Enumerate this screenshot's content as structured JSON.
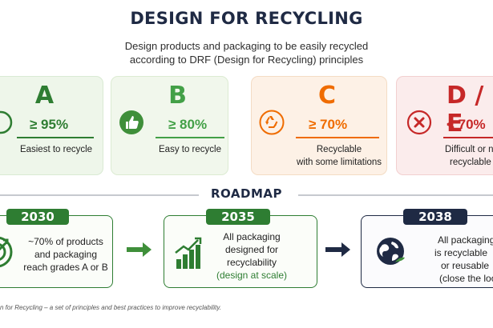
{
  "header": {
    "title": "DESIGN FOR RECYCLING",
    "subtitle_line1": "Design products and packaging to be easily recycled",
    "subtitle_line2": "according to DRF (Design for Recycling) principles"
  },
  "grades": [
    {
      "letter": "A",
      "threshold": "≥ 95%",
      "desc1": "Easiest to recycle",
      "desc2": "",
      "icon": "target-icon",
      "color": "#2e7d32"
    },
    {
      "letter": "B",
      "threshold": "≥ 80%",
      "desc1": "Easy to recycle",
      "desc2": "",
      "icon": "thumbs-up-icon",
      "color": "#43a047"
    },
    {
      "letter": "C",
      "threshold": "≥ 70%",
      "desc1": "Recyclable",
      "desc2": "with some limitations",
      "icon": "recycle-icon",
      "color": "#ef6c00"
    },
    {
      "letter": "D / E",
      "threshold": "< 70%",
      "desc1": "Difficult or n",
      "desc2": "recyclable",
      "icon": "x-circle-icon",
      "color": "#c62828"
    }
  ],
  "roadmap": {
    "title": "ROADMAP",
    "items": [
      {
        "year": "2030",
        "line1": "~70% of products",
        "line2": "and packaging",
        "line3": "reach grades A or B",
        "line4": "",
        "icon": "target-arrow-icon"
      },
      {
        "year": "2035",
        "line1": "All packaging",
        "line2": "designed for",
        "line3": "recyclability",
        "line4": "(design at scale)",
        "icon": "growth-chart-icon"
      },
      {
        "year": "2038",
        "line1": "All packaging",
        "line2": "is recyclable",
        "line3": "or reusable",
        "line4": "(close the loop",
        "icon": "globe-leaf-icon"
      }
    ]
  },
  "footnote": "n for Recycling – a set of principles and best practices to improve recyclability."
}
